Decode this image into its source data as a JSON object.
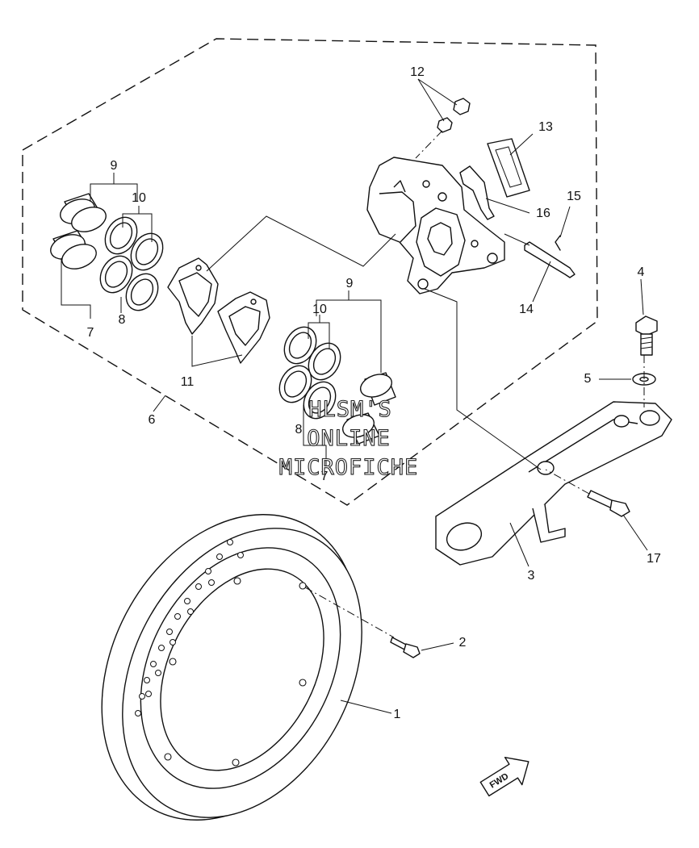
{
  "callouts": {
    "c1": "1",
    "c2": "2",
    "c3": "3",
    "c4": "4",
    "c5": "5",
    "c6": "6",
    "c7a": "7",
    "c7b": "7",
    "c8a": "8",
    "c8b": "8",
    "c9a": "9",
    "c9b": "9",
    "c10a": "10",
    "c10b": "10",
    "c11": "11",
    "c12": "12",
    "c13": "13",
    "c14": "14",
    "c15": "15",
    "c16": "16",
    "c17": "17"
  },
  "watermark": {
    "line1": "HLSM'S",
    "line2": "ONLINE",
    "line3": "MICROFICHE"
  },
  "direction_arrow": {
    "label": "FWD"
  }
}
